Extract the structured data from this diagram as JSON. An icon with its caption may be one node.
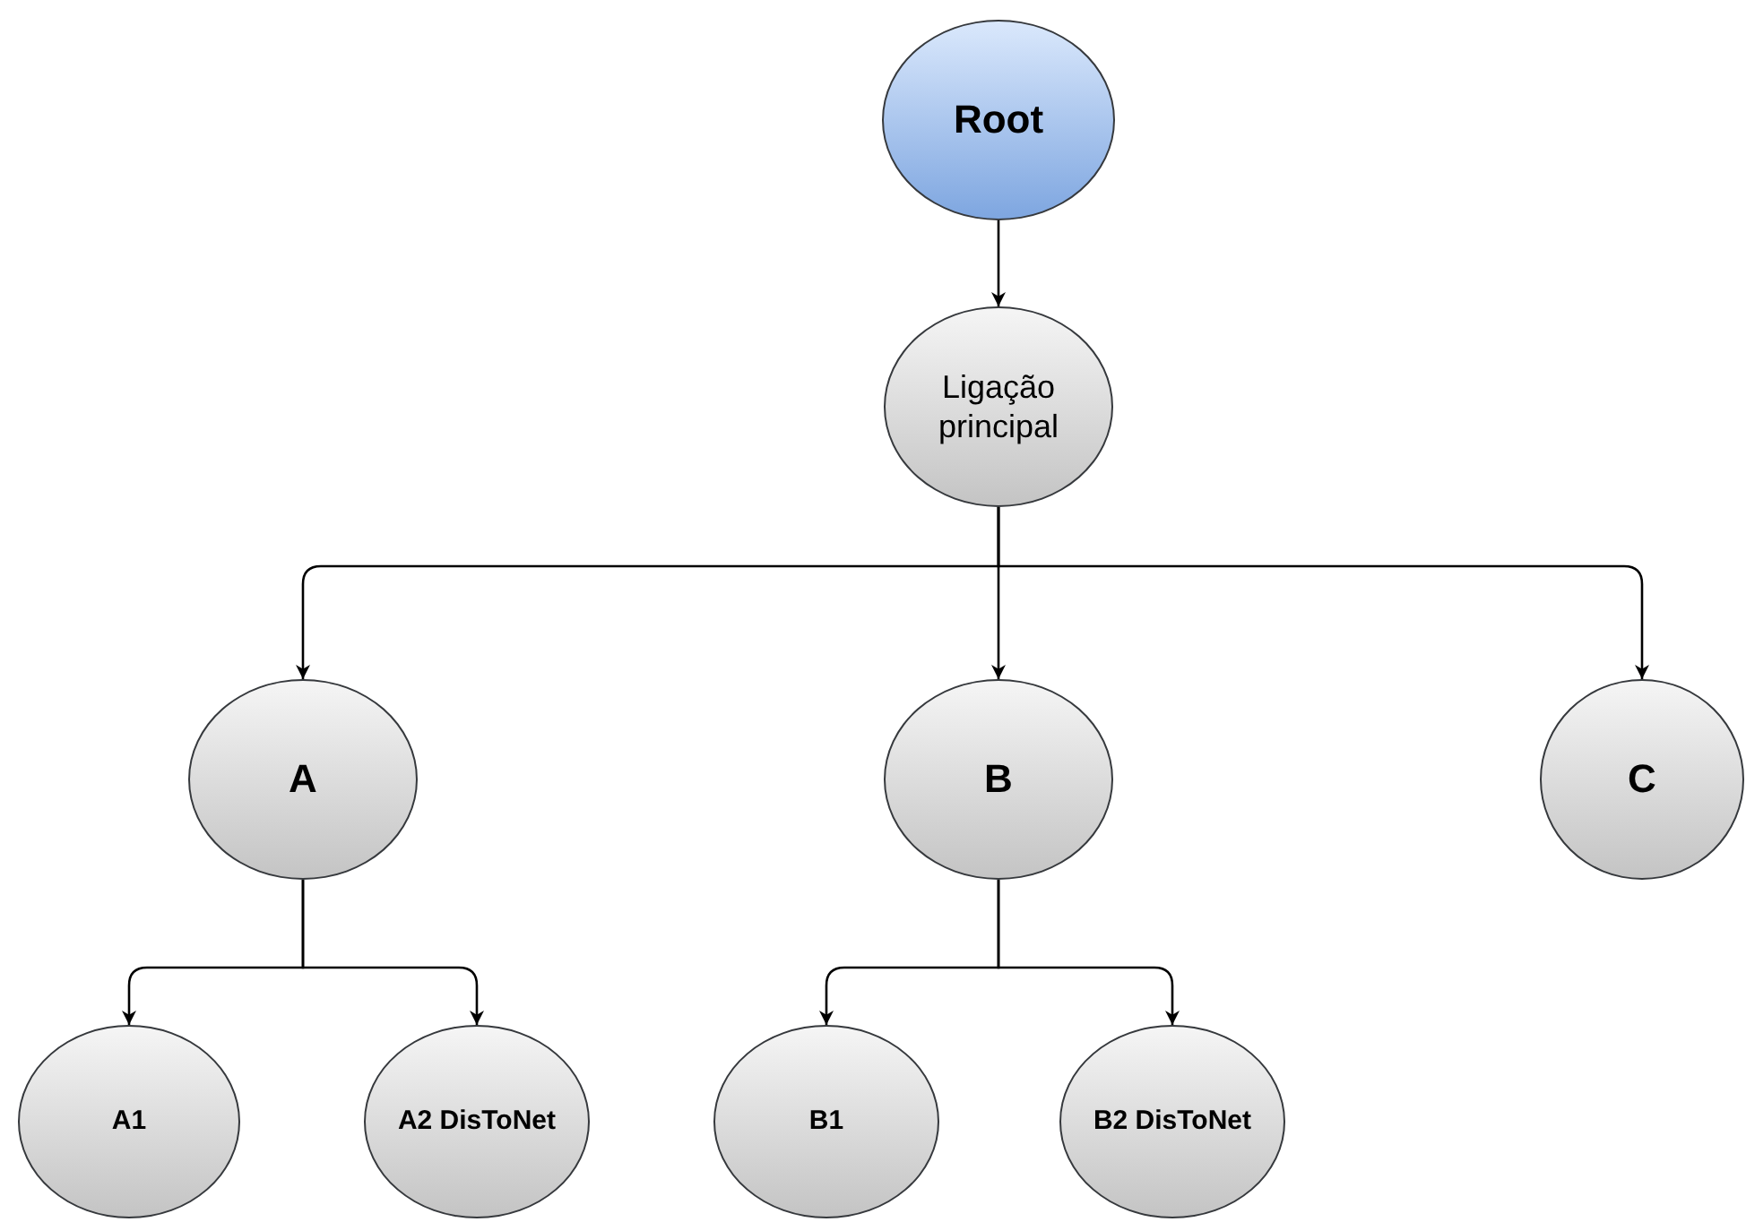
{
  "diagram": {
    "nodes": [
      {
        "text": [
          "Root"
        ]
      },
      {
        "text": [
          "Ligação principal"
        ]
      },
      {
        "text": [
          "A"
        ]
      },
      {
        "text": [
          "B"
        ]
      },
      {
        "text": [
          "C"
        ]
      },
      {
        "text": [
          "A1"
        ]
      },
      {
        "text": [
          "A2 DisToNet"
        ]
      },
      {
        "text": [
          "B1"
        ]
      },
      {
        "text": [
          "B2 DisToNet"
        ]
      }
    ],
    "edges": [
      {
        "from": 0,
        "to": 1,
        "arrow": "to"
      },
      {
        "from": 1,
        "to": 2,
        "arrow": "to"
      },
      {
        "from": 1,
        "to": 3,
        "arrow": "to"
      },
      {
        "from": 1,
        "to": 4,
        "arrow": "to"
      },
      {
        "from": 2,
        "to": 5,
        "arrow": "to"
      },
      {
        "from": 2,
        "to": 6,
        "arrow": "to"
      },
      {
        "from": 3,
        "to": 7,
        "arrow": "to"
      },
      {
        "from": 3,
        "to": 8,
        "arrow": "to"
      }
    ]
  }
}
